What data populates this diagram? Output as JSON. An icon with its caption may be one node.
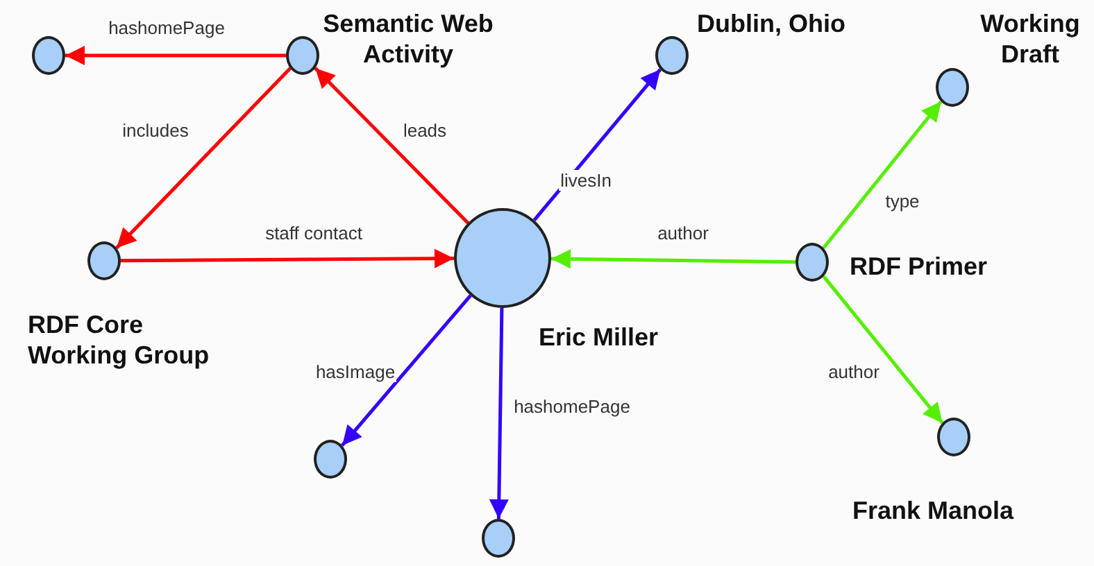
{
  "diagram": {
    "nodes": [
      {
        "text": [],
        "shape": "circle"
      },
      {
        "text": [
          "Semantic Web Activity"
        ]
      },
      {
        "text": [
          "Dublin, Ohio"
        ]
      },
      {
        "text": [
          "Working Draft"
        ]
      },
      {
        "text": [
          "RDF Core Working Group"
        ]
      },
      {
        "text": [
          "Eric Miller"
        ]
      },
      {
        "text": [
          "RDF Primer"
        ]
      },
      {
        "text": [],
        "shape": "circle"
      },
      {
        "text": [
          "Frank Manola"
        ]
      },
      {
        "text": [],
        "shape": "circle"
      }
    ],
    "edges": [
      {
        "from": 1,
        "to": 0,
        "arrow": "to",
        "label": "hashomePage",
        "color": "#ff0000"
      },
      {
        "from": 1,
        "to": 4,
        "arrow": "to",
        "label": "includes",
        "color": "#ff0000"
      },
      {
        "from": 4,
        "to": 5,
        "arrow": "to",
        "label": "staff contact",
        "color": "#ff0000"
      },
      {
        "from": 5,
        "to": 1,
        "arrow": "to",
        "label": "leads",
        "color": "#ff0000"
      },
      {
        "from": 5,
        "to": 2,
        "arrow": "to",
        "label": "livesIn",
        "color": "#3300ff"
      },
      {
        "from": 6,
        "to": 5,
        "arrow": "to",
        "label": "author",
        "color": "#55ee00"
      },
      {
        "from": 6,
        "to": 3,
        "arrow": "to",
        "label": "type",
        "color": "#55ee00"
      },
      {
        "from": 5,
        "to": 7,
        "arrow": "to",
        "label": "hasImage",
        "color": "#3300ff"
      },
      {
        "from": 5,
        "to": 9,
        "arrow": "to",
        "label": "hashomePage",
        "color": "#3300ff"
      },
      {
        "from": 6,
        "to": 8,
        "arrow": "to",
        "label": "author",
        "color": "#55ee00"
      }
    ]
  }
}
